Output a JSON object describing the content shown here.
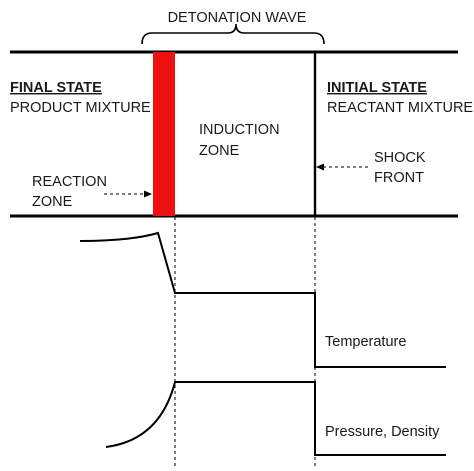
{
  "labels": {
    "detonation_wave": "DETONATION WAVE",
    "final_state_title": "FINAL STATE",
    "final_state_sub": "PRODUCT MIXTURE",
    "initial_state_title": "INITIAL STATE",
    "initial_state_sub": "REACTANT MIXTURE",
    "induction_zone_line1": "INDUCTION",
    "induction_zone_line2": "ZONE",
    "reaction_zone_line1": "REACTION",
    "reaction_zone_line2": "ZONE",
    "shock_front_line1": "SHOCK",
    "shock_front_line2": "FRONT",
    "temperature": "Temperature",
    "pressure_density": "Pressure, Density"
  },
  "colors": {
    "reaction_zone": "#ee1111",
    "lines": "#000000",
    "text": "#1a1a1a"
  }
}
